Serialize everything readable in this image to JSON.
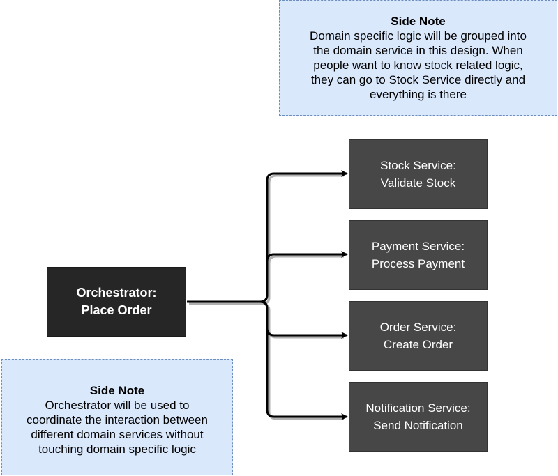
{
  "notes": {
    "top": {
      "title": "Side Note",
      "body": "Domain specific logic will be grouped into\nthe domain service in this design. When\npeople want to know stock related logic,\nthey can go to Stock Service directly and\neverything is there"
    },
    "bottom": {
      "title": "Side Note",
      "body": "Orchestrator will be used to\ncoordinate the interaction between\ndifferent domain services without\ntouching domain specific logic"
    }
  },
  "orchestrator": {
    "label": "Orchestrator:\nPlace Order"
  },
  "services": [
    {
      "label": "Stock Service:\nValidate Stock"
    },
    {
      "label": "Payment Service:\nProcess Payment"
    },
    {
      "label": "Order Service:\nCreate Order"
    },
    {
      "label": "Notification Service:\nSend Notification"
    }
  ],
  "colors": {
    "note_fill": "#dae8fc",
    "note_border": "#6c8ebf",
    "service_fill": "#474747",
    "orchestrator_fill": "#262626",
    "connector": "#000000",
    "connector_shadow": "#b0b0b0"
  }
}
